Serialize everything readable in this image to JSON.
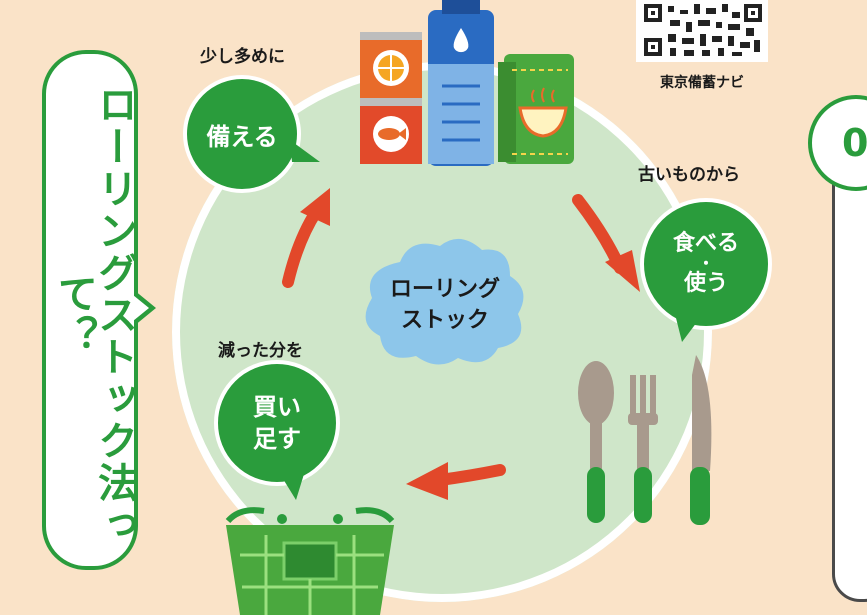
{
  "callout": {
    "text": "ローリングストック法って？"
  },
  "center": {
    "line1": "ローリング",
    "line2": "ストック"
  },
  "steps": {
    "prepare": {
      "caption": "少し多めに",
      "label": "備える"
    },
    "eat": {
      "caption": "古いものから",
      "line1": "食べる",
      "dot": "・",
      "line2": "使う"
    },
    "buy": {
      "caption": "減った分を",
      "line1": "買い",
      "line2": "足す"
    }
  },
  "qr": {
    "label": "東京備蓄ナビ"
  },
  "panel": {
    "number": "0"
  },
  "colors": {
    "background": "#fae3c8",
    "green": "#2a9c3c",
    "circle": "#cfe6c9",
    "cloud": "#8dc6ea",
    "arrow": "#e2482a"
  },
  "icons": [
    "canned-food-icon",
    "water-bottle-icon",
    "food-pouch-icon",
    "cutlery-icon",
    "basket-icon",
    "qr-code-icon"
  ]
}
